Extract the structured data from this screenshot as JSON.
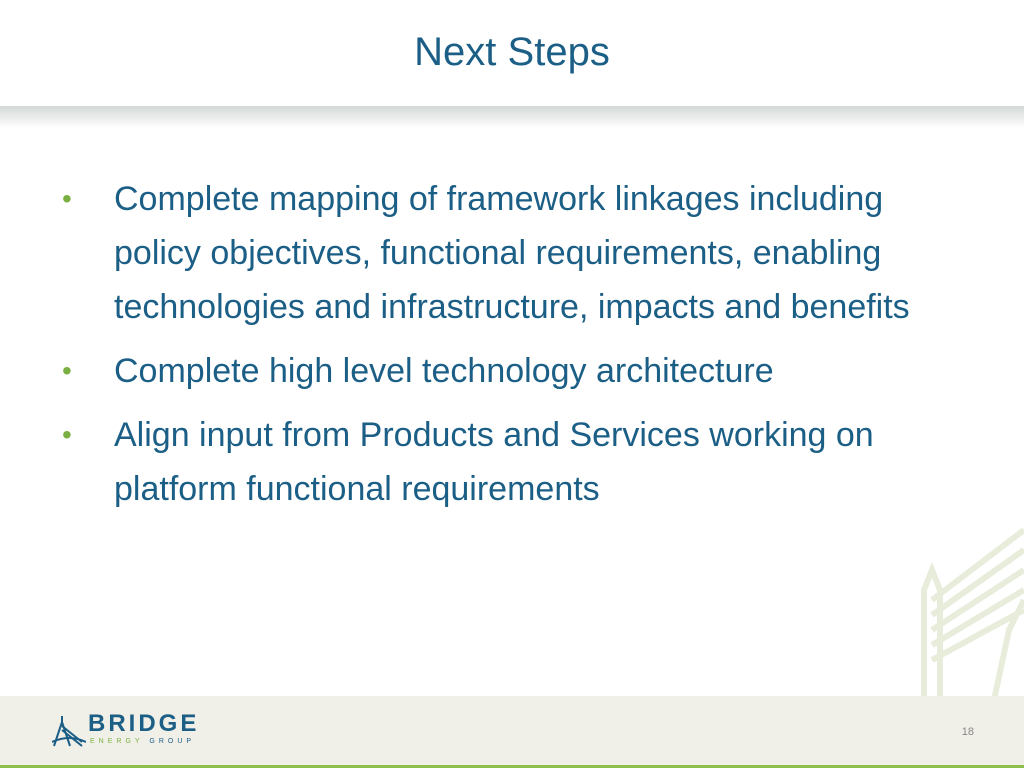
{
  "slide": {
    "title": "Next Steps",
    "bullets": [
      "Complete mapping of framework linkages including policy objectives, functional requirements, enabling technologies and infrastructure, impacts and benefits",
      "Complete high level technology architecture",
      "Align input from Products and Services working on platform functional requirements"
    ],
    "bullet_symbol": "•",
    "page_number": "18"
  },
  "logo": {
    "name": "BRIDGE",
    "sub_first": "ENERGY",
    "sub_second": "GROUP"
  },
  "colors": {
    "title": "#1b5e86",
    "bullet": "#7ab041",
    "footer_bg": "#f0efe8",
    "footer_line": "#8cc04a"
  }
}
